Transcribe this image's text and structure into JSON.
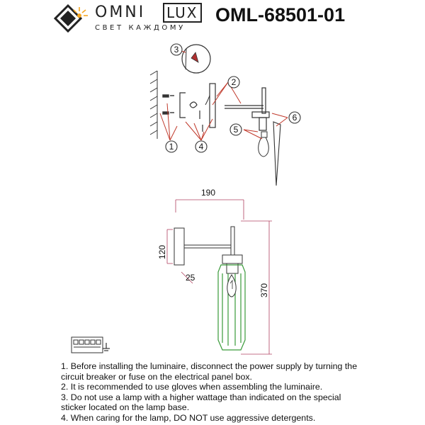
{
  "brand": {
    "name_left": "OMNI",
    "name_right": "LUX",
    "tagline": "СВЕТ КАЖДОМУ",
    "model": "OML-68501-01"
  },
  "callouts": {
    "c1": "1",
    "c2": "2",
    "c3": "3",
    "c4": "4",
    "c5": "5",
    "c6": "6"
  },
  "dimensions": {
    "width": "190",
    "bracket_height": "120",
    "depth": "25",
    "height": "370"
  },
  "instructions": [
    "1. Before installing the luminaire, disconnect the power supply by turning the circuit breaker or fuse on the electrical panel box.",
    "2. It is recommended to use gloves when assembling the luminaire.",
    "3. Do not use a lamp with a higher wattage than indicated on the special sticker located on the lamp base.",
    "4. When caring for the lamp, DO NOT use aggressive detergents."
  ],
  "colors": {
    "callout_line": "#c0392b",
    "glass": "#3a9a3a",
    "dimension_line": "#b04060",
    "outline": "#333333"
  }
}
